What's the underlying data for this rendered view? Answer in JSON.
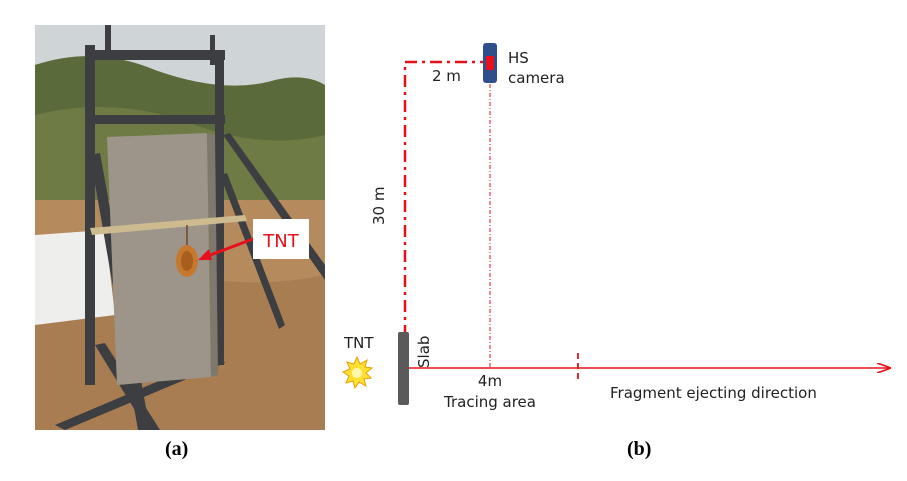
{
  "captions": {
    "a": "(a)",
    "b": "(b)"
  },
  "photo": {
    "tnt_label": "TNT"
  },
  "diagram": {
    "hs_camera_line1": "HS",
    "hs_camera_line2": "camera",
    "distance_2m": "2 m",
    "distance_30m": "30 m",
    "tnt_label": "TNT",
    "slab_label": "Slab",
    "distance_4m": "4m",
    "tracing_area": "Tracing area",
    "fragment_direction": "Fragment ejecting direction"
  },
  "colors": {
    "accent_red": "#e8101a",
    "slab_gray": "#5a5a5a",
    "camera_blue": "#2f4e8c"
  }
}
